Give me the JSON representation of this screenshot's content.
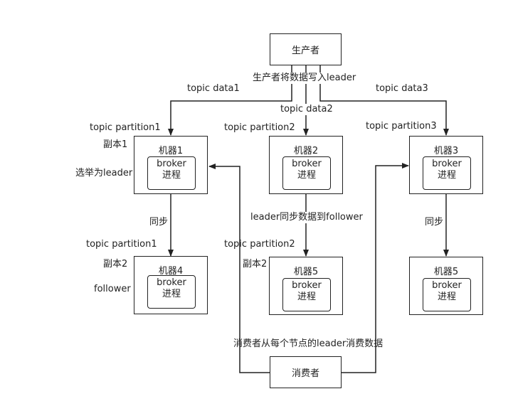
{
  "producer": {
    "label": "生产者",
    "write_note": "生产者将数据写入leader"
  },
  "consumer": {
    "label": "消费者",
    "consume_note": "消费者从每个节点的leader消费数据"
  },
  "topic_data": [
    "topic data1",
    "topic data2",
    "topic data3"
  ],
  "partitions": {
    "top": [
      "topic partition1",
      "topic partition2",
      "topic partition3"
    ],
    "bottom": [
      "topic partition1",
      "topic partition2"
    ]
  },
  "replicas": {
    "r1": "副本1",
    "r2a": "副本2",
    "r2b": "副本2"
  },
  "roles": {
    "elect": "选举为leader",
    "follower": "follower"
  },
  "sync": {
    "left": "同步",
    "middle": "leader同步数据到follower",
    "right": "同步"
  },
  "machines": [
    {
      "title": "机器1",
      "line1": "broker",
      "line2": "进程"
    },
    {
      "title": "机器2",
      "line1": "broker",
      "line2": "进程"
    },
    {
      "title": "机器3",
      "line1": "broker",
      "line2": "进程"
    },
    {
      "title": "机器4",
      "line1": "broker",
      "line2": "进程"
    },
    {
      "title": "机器5",
      "line1": "broker",
      "line2": "进程"
    },
    {
      "title": "机器5",
      "line1": "broker",
      "line2": "进程"
    }
  ]
}
